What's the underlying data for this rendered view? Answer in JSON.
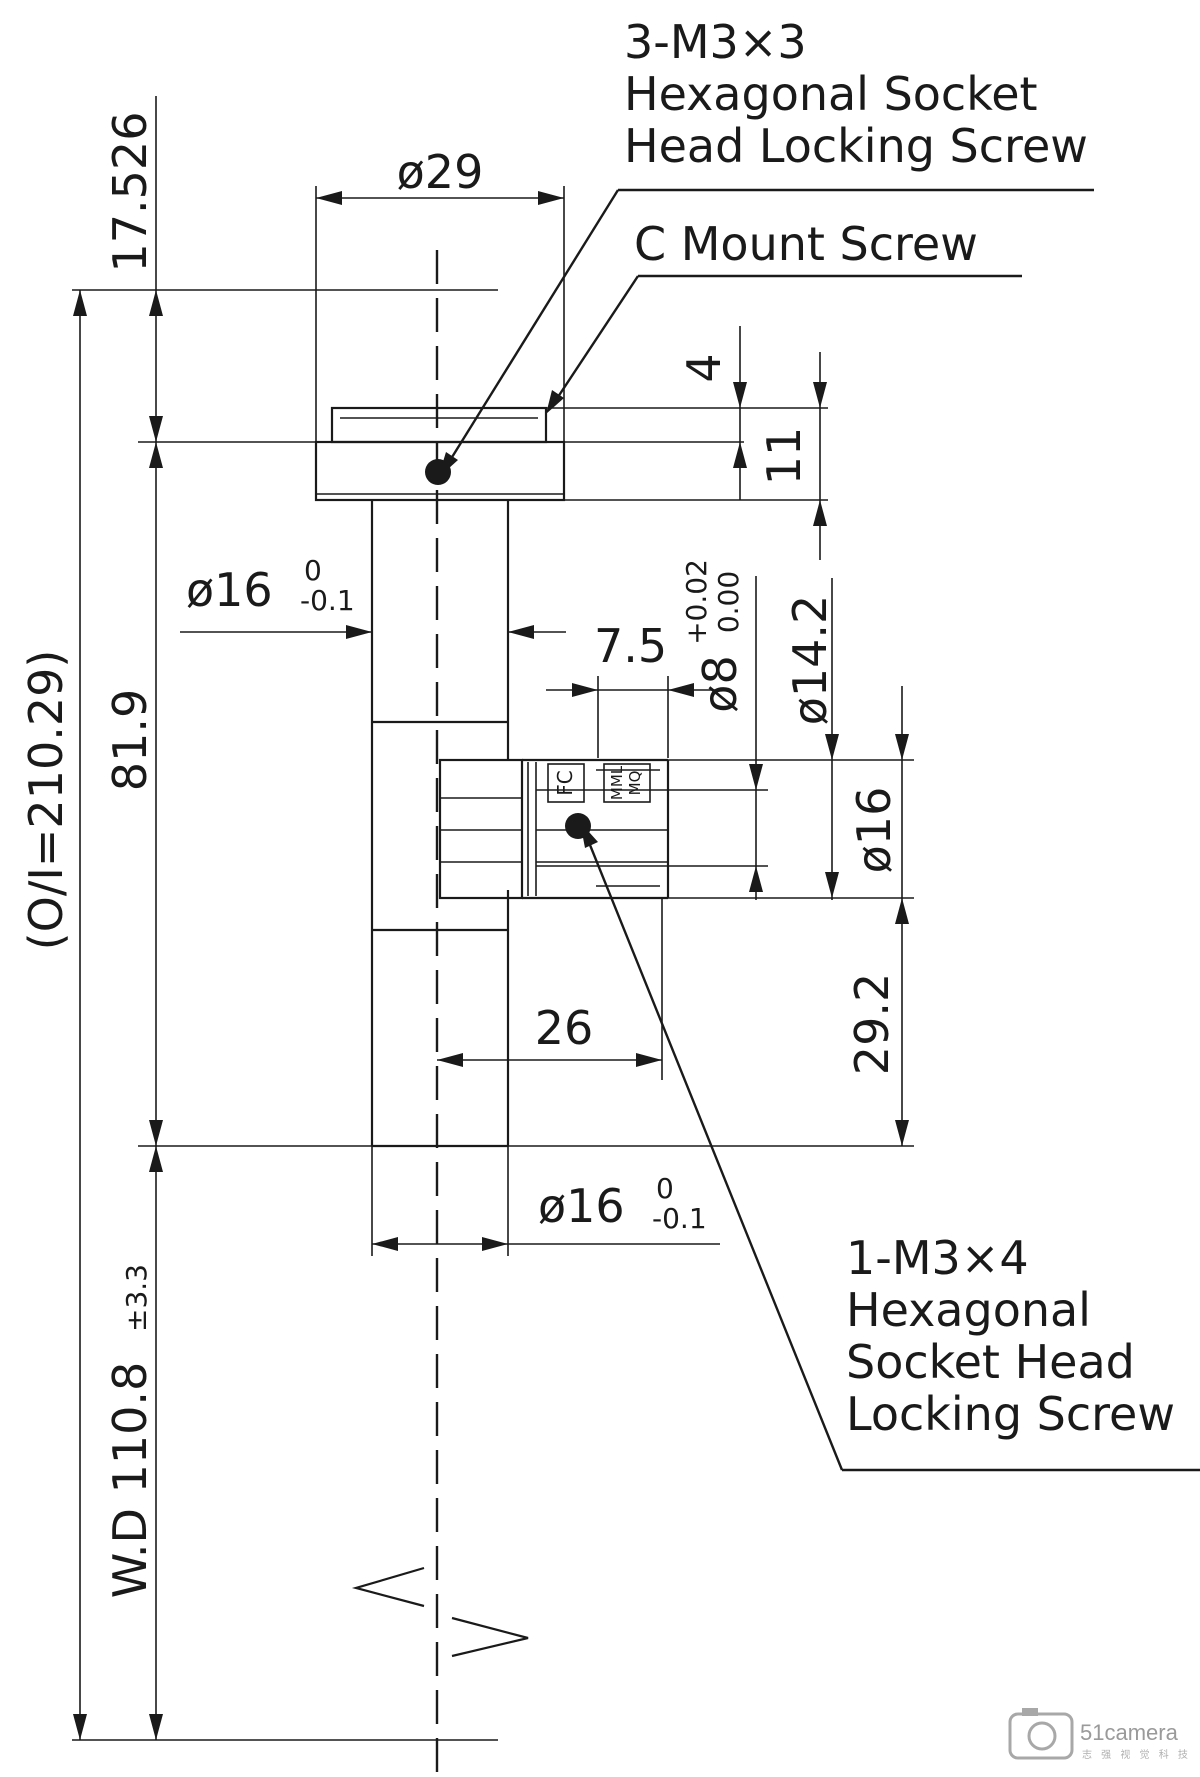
{
  "callouts": {
    "top_screw": [
      "3-M3×3",
      "Hexagonal Socket",
      "Head Locking Screw"
    ],
    "c_mount": "C Mount Screw",
    "side_screw": [
      "1-M3×4",
      "Hexagonal",
      "Socket Head",
      "Locking Screw"
    ]
  },
  "dims": {
    "d29": "ø29",
    "h17526": "17.526",
    "h4": "4",
    "h11": "11",
    "d16_top": "ø16",
    "tol_top_upper": "0",
    "tol_top_lower": "-0.1",
    "l7_5": "7.5",
    "d8": "ø8",
    "d8_upper": "+0.02",
    "d8_lower": "0.00",
    "d14_2": "ø14.2",
    "d16_side": "ø16",
    "oi": "(O/I=210.29)",
    "h81_9": "81.9",
    "h29_2": "29.2",
    "l26": "26",
    "d16_bot": "ø16",
    "tol_bot_upper": "0",
    "tol_bot_lower": "-0.1",
    "wd": "W.D 110.8",
    "wd_tol": "±3.3"
  },
  "labels": {
    "fc": "FC",
    "mml": "MML",
    "mq": "MQ"
  },
  "watermark": {
    "brand": "51camera",
    "sub": "志 强 视 觉 科 技"
  }
}
